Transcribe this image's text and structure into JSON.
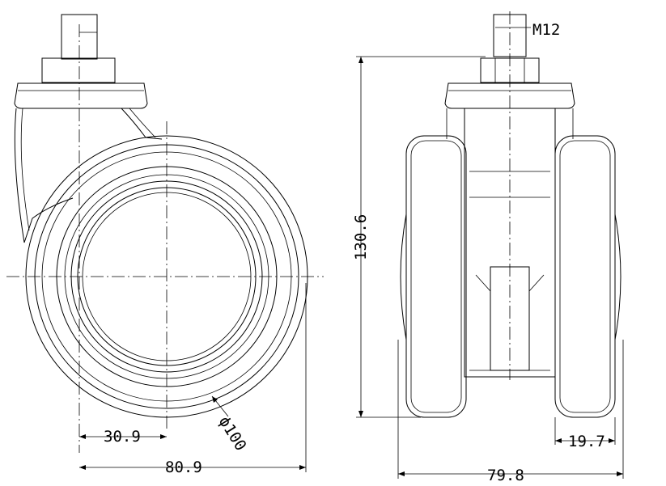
{
  "dimensions": {
    "thread": "M12",
    "total_height": "130.6",
    "offset": "30.9",
    "overall_width_side": "80.9",
    "wheel_diameter": "ϕ100",
    "wheel_width": "19.7",
    "overall_width_front": "79.8"
  }
}
